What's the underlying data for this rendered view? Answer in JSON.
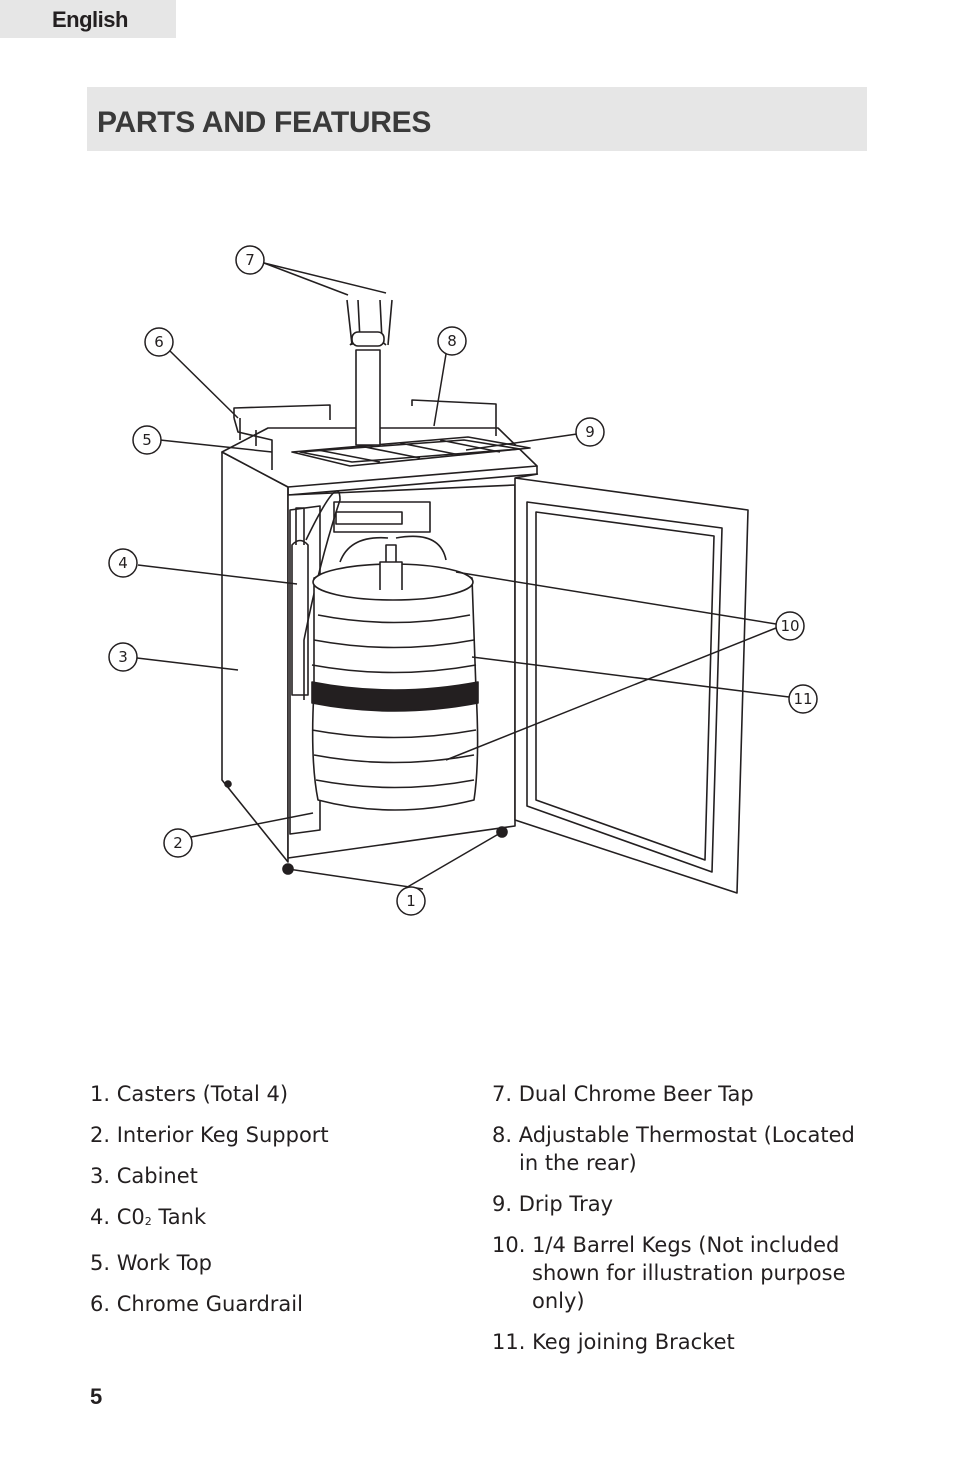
{
  "header": {
    "language_tab": "English"
  },
  "section": {
    "title": "PARTS AND FEATURES"
  },
  "callouts": [
    "1",
    "2",
    "3",
    "4",
    "5",
    "6",
    "7",
    "8",
    "9",
    "10",
    "11"
  ],
  "parts_left": [
    "1. Casters (Total 4)",
    "2. Interior Keg Support",
    "3. Cabinet",
    "4. C0",
    "5. Work Top",
    "6. Chrome Guardrail"
  ],
  "co2_sub": "2",
  "co2_tail": " Tank",
  "parts_right": [
    "7. Dual Chrome Beer Tap",
    "8. Adjustable Thermostat (Located in the rear)",
    "9. Drip Tray",
    "10. 1/4 Barrel Kegs (Not included shown for illustration purpose only)",
    "11. Keg joining Bracket"
  ],
  "footer": {
    "page_number": "5"
  }
}
